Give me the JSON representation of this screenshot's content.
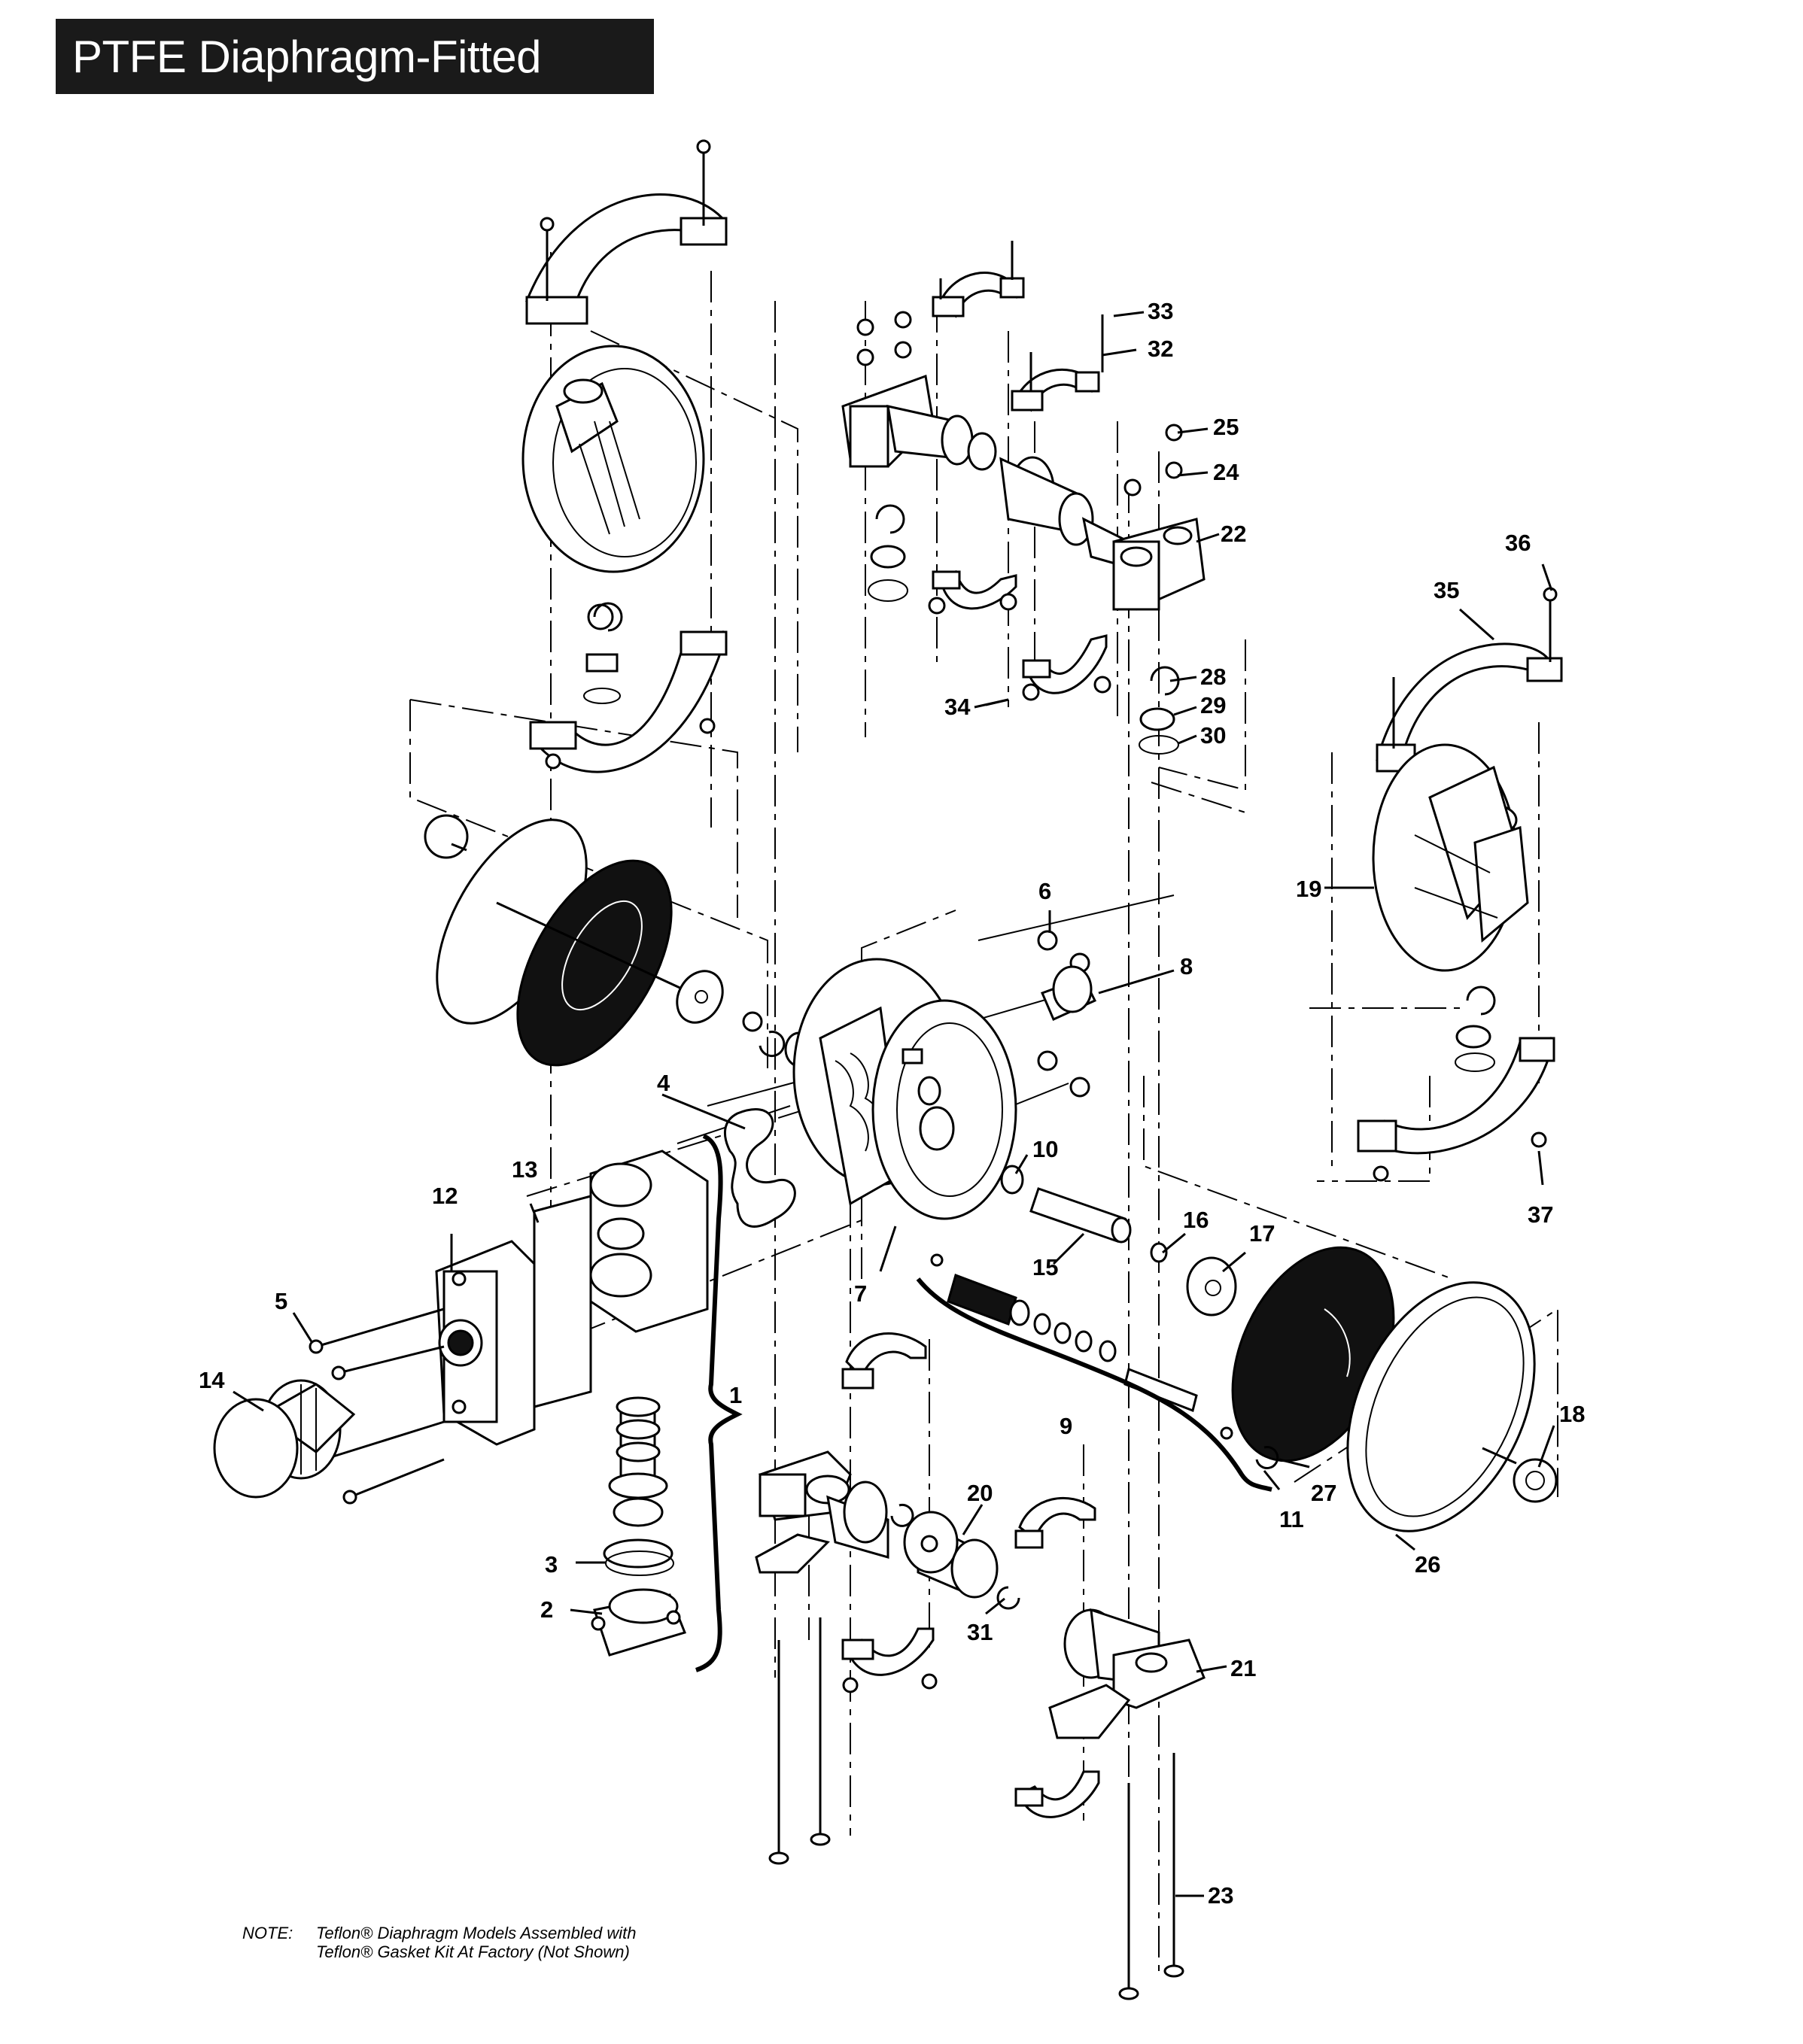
{
  "title": "PTFE Diaphragm-Fitted",
  "callouts": [
    {
      "id": "1",
      "text": "1"
    },
    {
      "id": "2",
      "text": "2"
    },
    {
      "id": "3",
      "text": "3"
    },
    {
      "id": "4",
      "text": "4"
    },
    {
      "id": "5",
      "text": "5"
    },
    {
      "id": "6",
      "text": "6"
    },
    {
      "id": "7",
      "text": "7"
    },
    {
      "id": "8",
      "text": "8"
    },
    {
      "id": "9",
      "text": "9"
    },
    {
      "id": "10",
      "text": "10"
    },
    {
      "id": "11",
      "text": "11"
    },
    {
      "id": "12",
      "text": "12"
    },
    {
      "id": "13",
      "text": "13"
    },
    {
      "id": "14",
      "text": "14"
    },
    {
      "id": "15",
      "text": "15"
    },
    {
      "id": "16",
      "text": "16"
    },
    {
      "id": "17",
      "text": "17"
    },
    {
      "id": "18",
      "text": "18"
    },
    {
      "id": "19",
      "text": "19"
    },
    {
      "id": "20",
      "text": "20"
    },
    {
      "id": "21",
      "text": "21"
    },
    {
      "id": "22",
      "text": "22"
    },
    {
      "id": "23",
      "text": "23"
    },
    {
      "id": "24",
      "text": "24"
    },
    {
      "id": "25",
      "text": "25"
    },
    {
      "id": "26",
      "text": "26"
    },
    {
      "id": "27",
      "text": "27"
    },
    {
      "id": "28",
      "text": "28"
    },
    {
      "id": "29",
      "text": "29"
    },
    {
      "id": "30",
      "text": "30"
    },
    {
      "id": "31",
      "text": "31"
    },
    {
      "id": "32",
      "text": "32"
    },
    {
      "id": "33",
      "text": "33"
    },
    {
      "id": "34",
      "text": "34"
    },
    {
      "id": "35",
      "text": "35"
    },
    {
      "id": "36",
      "text": "36"
    },
    {
      "id": "37",
      "text": "37"
    }
  ],
  "note": {
    "label": "NOTE:",
    "line1": "Teflon® Diaphragm Models Assembled with",
    "line2": "Teflon® Gasket Kit At Factory (Not Shown)"
  }
}
